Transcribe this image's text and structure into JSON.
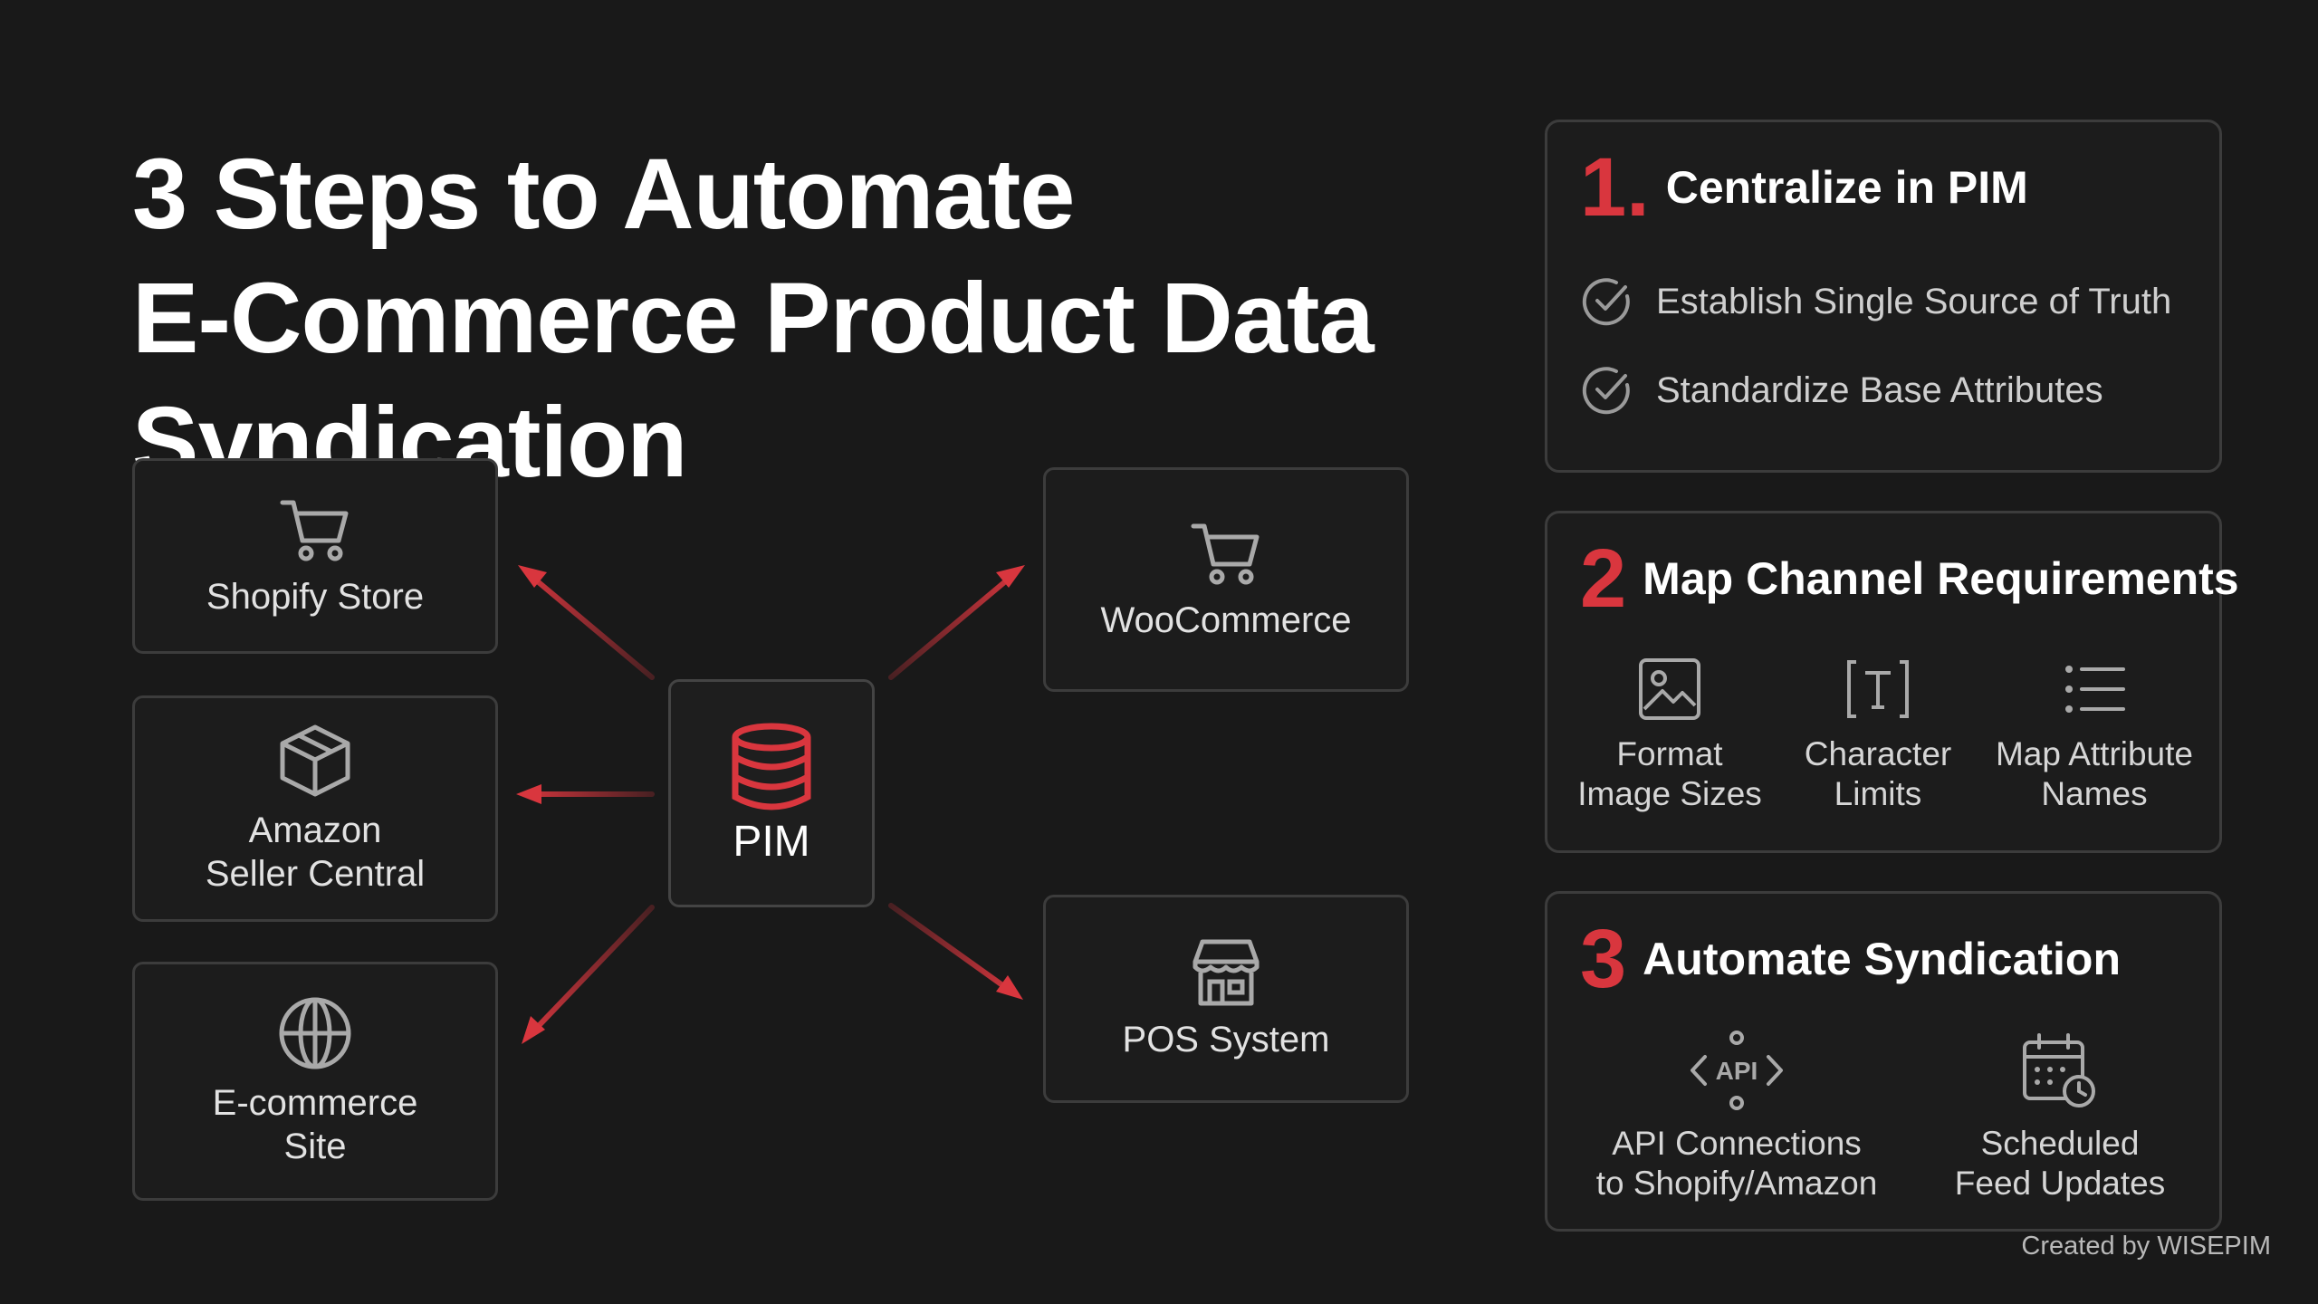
{
  "title": {
    "line1": "3 Steps to Automate",
    "line2": "E-Commerce Product Data",
    "line3": "Syndication"
  },
  "colors": {
    "background": "#191919",
    "accent": "#d9363e",
    "card_border": "#3c3c3c"
  },
  "diagram": {
    "hub": {
      "label": "PIM",
      "icon": "database-icon"
    },
    "channels": [
      {
        "id": "shopify",
        "label": "Shopify Store",
        "icon": "cart-icon"
      },
      {
        "id": "amazon",
        "label": "Amazon\nSeller Central",
        "icon": "box-icon"
      },
      {
        "id": "ecommerce",
        "label": "E-commerce\nSite",
        "icon": "globe-icon"
      },
      {
        "id": "woocommerce",
        "label": "WooCommerce",
        "icon": "cart-icon"
      },
      {
        "id": "pos",
        "label": "POS System",
        "icon": "store-icon"
      }
    ]
  },
  "steps": [
    {
      "number": "1.",
      "title": "Centralize in PIM",
      "items": [
        {
          "label": "Establish Single Source of Truth",
          "icon": "check-circle-icon"
        },
        {
          "label": "Standardize Base Attributes",
          "icon": "check-circle-icon"
        }
      ]
    },
    {
      "number": "2",
      "title": "Map Channel Requirements",
      "items": [
        {
          "label": "Format\nImage Sizes",
          "icon": "image-icon"
        },
        {
          "label": "Character\nLimits",
          "icon": "text-icon"
        },
        {
          "label": "Map Attribute\nNames",
          "icon": "list-icon"
        }
      ]
    },
    {
      "number": "3",
      "title": "Automate Syndication",
      "items": [
        {
          "label": "API Connections\nto Shopify/Amazon",
          "icon": "api-icon",
          "icon_text": "API"
        },
        {
          "label": "Scheduled\nFeed Updates",
          "icon": "calendar-clock-icon"
        }
      ]
    }
  ],
  "credit": "Created by WISEPIM"
}
